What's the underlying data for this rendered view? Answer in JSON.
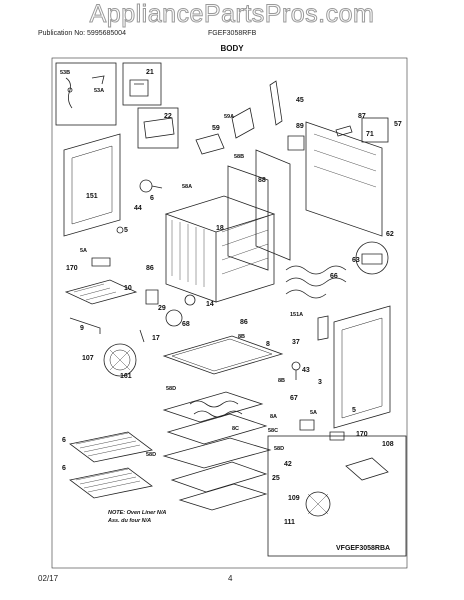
{
  "watermark": "AppliancePartsPros.com",
  "header": {
    "publication": "Publication No: 5995685004",
    "model": "FGEF3058RFB",
    "section_title": "BODY"
  },
  "footer": {
    "date": "02/17",
    "page": "4"
  },
  "diagram": {
    "code": "VFGEF3058RBA",
    "note_line1": "NOTE: Oven Liner N/A",
    "note_line2": "Ass. du four N/A",
    "callouts": [
      "53B",
      "53A",
      "21",
      "45",
      "22",
      "59A",
      "87",
      "59",
      "89",
      "71",
      "57",
      "58B",
      "88",
      "151",
      "58A",
      "18",
      "6",
      "5",
      "5A",
      "44",
      "63",
      "62",
      "170",
      "66",
      "10",
      "86",
      "29",
      "14",
      "68",
      "17",
      "151A",
      "9",
      "86",
      "8B",
      "37",
      "8",
      "43",
      "107",
      "161",
      "58D",
      "3",
      "8B",
      "67",
      "8A",
      "5A",
      "8C",
      "58C",
      "170",
      "108",
      "58D",
      "42",
      "58D",
      "25",
      "109",
      "111"
    ]
  }
}
